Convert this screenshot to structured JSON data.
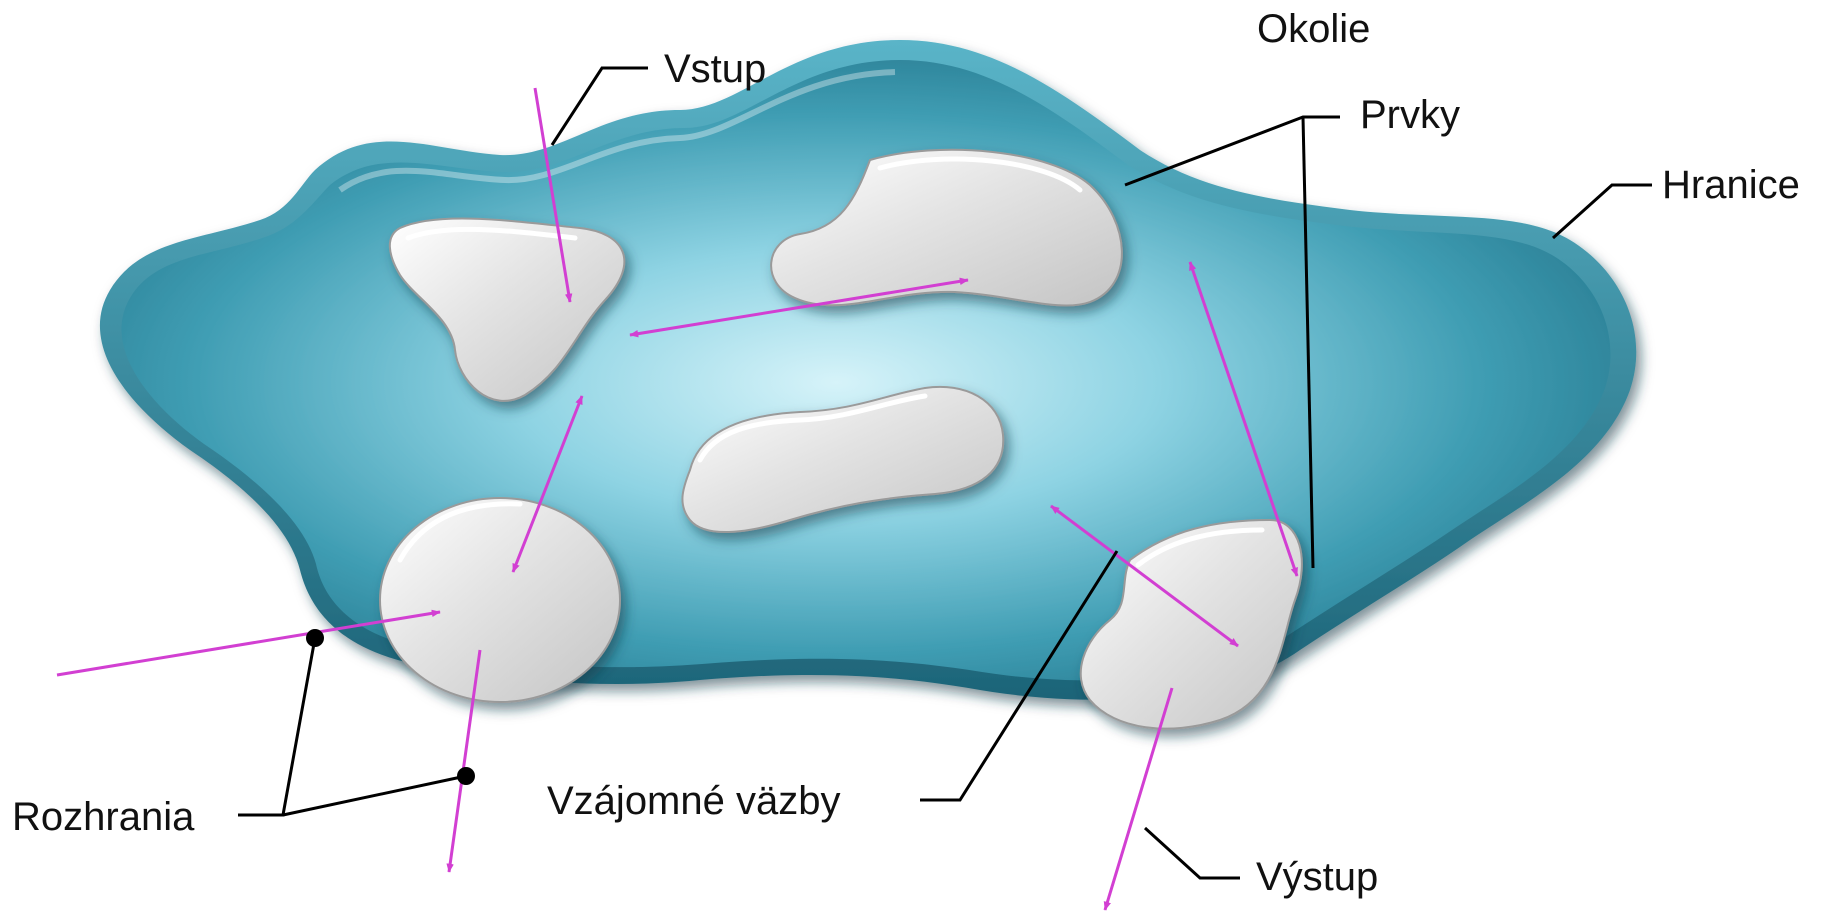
{
  "labels": {
    "okolie": "Okolie",
    "vstup": "Vstup",
    "prvky": "Prvky",
    "hranice": "Hranice",
    "rozhrania": "Rozhrania",
    "vazby": "Vzájomné väzby",
    "vystup": "Výstup"
  },
  "colors": {
    "system_body": "#2f8ca3",
    "system_inner": "#c9eef6",
    "element_fill": "#e6e6e6",
    "arrow": "#d23fd2",
    "leader": "#000000"
  }
}
